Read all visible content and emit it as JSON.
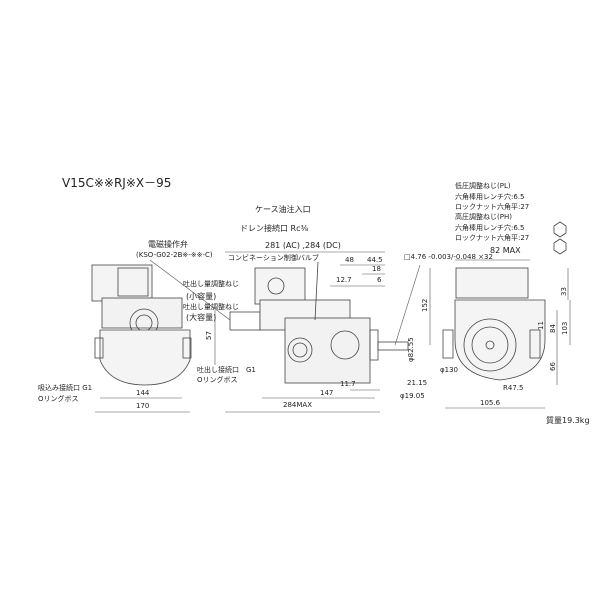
{
  "title": "V15C※※RJ※X－95",
  "labels": {
    "case_oil_inlet": "ケース油注入口",
    "drain_port": "ドレン接続口 Rc⅜",
    "overall_length": "281 (AC) ,284 (DC)",
    "solenoid_valve": "電磁操作弁",
    "solenoid_model": "(KSO-G02-2B※-※※-C)",
    "combination_valve": "コンビネーション制御バルブ",
    "flow_adj_small": "吐出し量調整ねじ",
    "small_capacity": "(小容量)",
    "flow_adj_large": "吐出し量調整ねじ",
    "large_capacity": "(大容量)",
    "discharge_port": "吐出し接続口　G1",
    "discharge_oring": "Oリングボス",
    "suction_port": "吸込み接続口 G1",
    "suction_oring": "Oリングボス",
    "key": "□4.76 -0.003/-0.048 ×32",
    "low_pressure_screw": "低圧調整ねじ(PL)",
    "hex_wrench_1": "六角棒用レンチ穴:6.5",
    "lock_nut_1": "ロックナット六角平:27",
    "high_pressure_screw": "高圧調整ねじ(PH)",
    "hex_wrench_2": "六角棒用レンチ穴:6.5",
    "lock_nut_2": "ロックナット六角平:27",
    "mass": "質量19.3kg"
  },
  "dimensions": {
    "d48": "48",
    "d44_5": "44.5",
    "d18": "18",
    "d12_7": "12.7",
    "d6": "6",
    "d57": "57",
    "d144": "144",
    "d170": "170",
    "d147": "147",
    "d11_7": "11.7",
    "d284max": "284MAX",
    "d82max": "82 MAX",
    "d33": "33",
    "d152": "152",
    "d84": "84",
    "d103": "103",
    "d11": "11",
    "d66": "66",
    "phi82_55": "φ82.55",
    "phi130": "φ130",
    "d21_15": "21.15",
    "phi19_05": "φ19.05",
    "r47_5": "R47.5",
    "d105_6": "105.6"
  }
}
